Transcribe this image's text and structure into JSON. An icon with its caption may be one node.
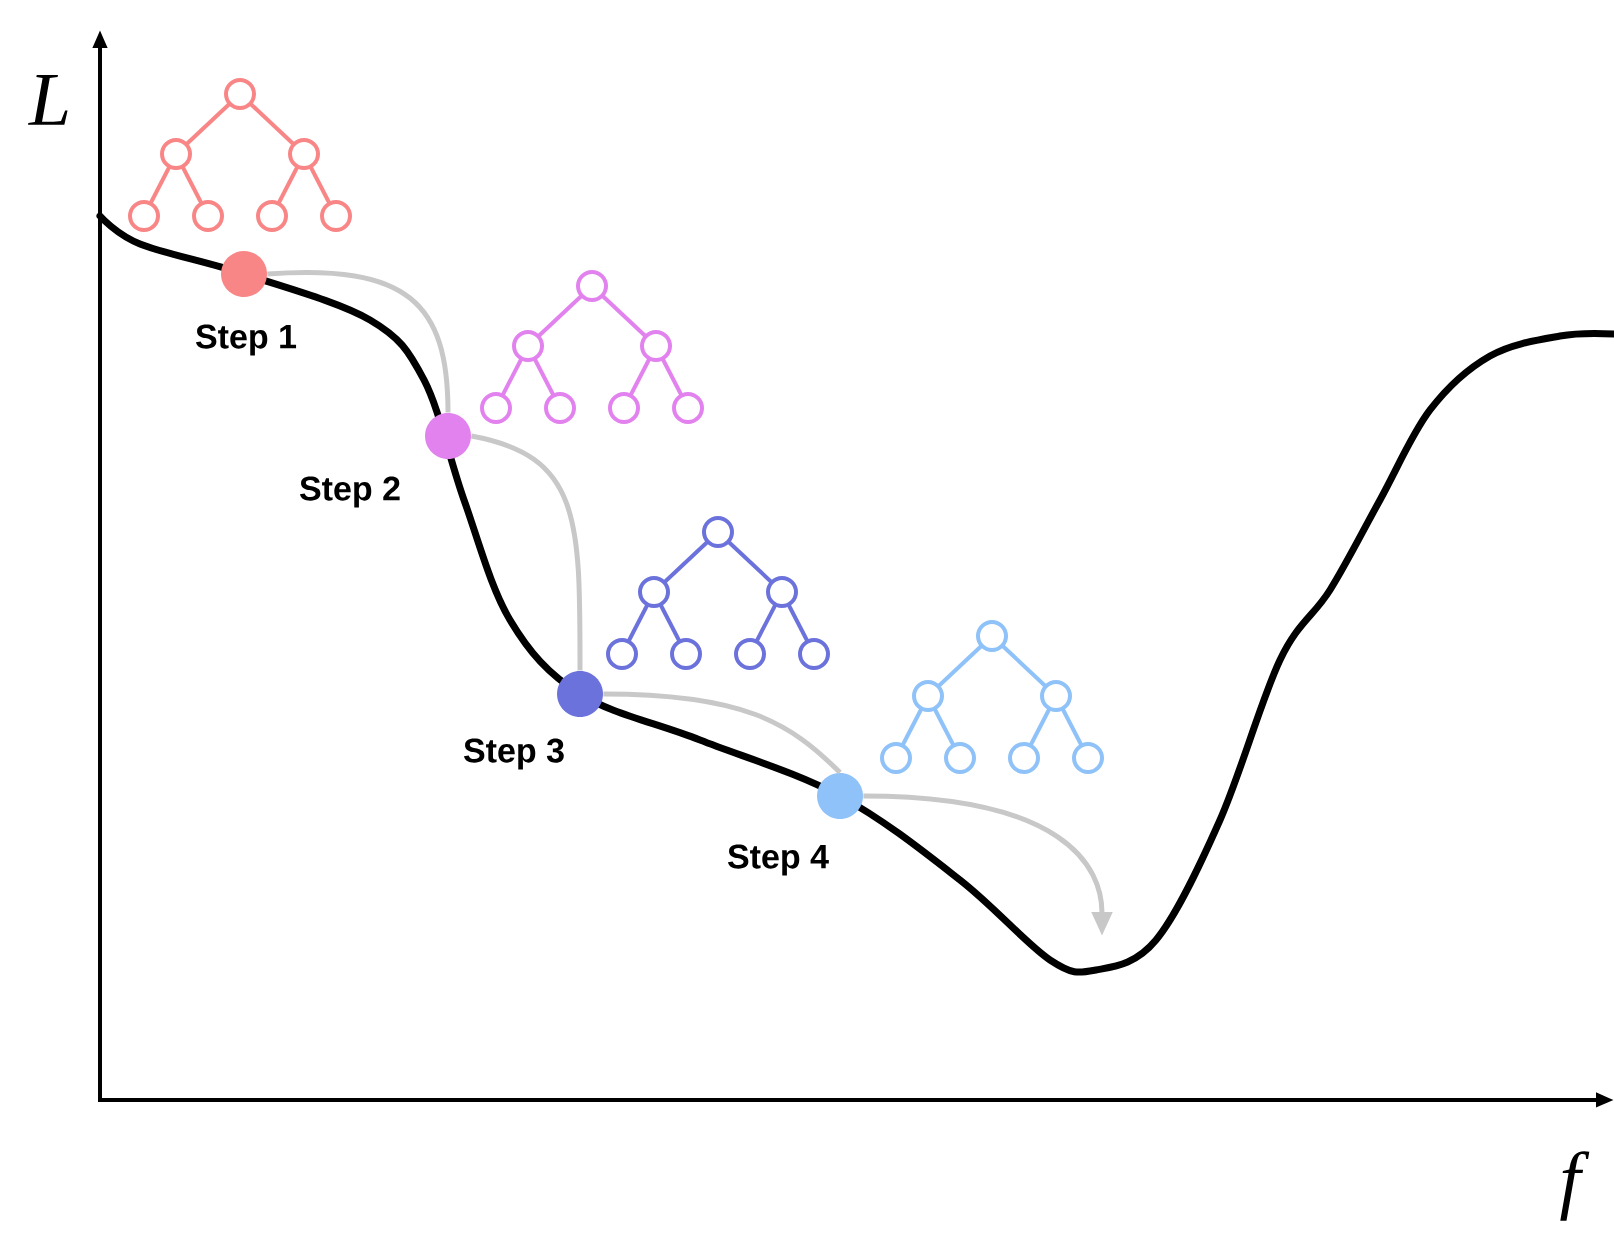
{
  "diagram": {
    "nodes": [
      {
        "text": [],
        "shape": "circle",
        "beside": [
          "Step 1"
        ]
      },
      {
        "text": [],
        "shape": "circle",
        "beside": [
          "Step 2"
        ]
      },
      {
        "text": [],
        "shape": "circle",
        "beside": [
          "Step 3"
        ]
      },
      {
        "text": [],
        "shape": "circle",
        "beside": [
          "Step 4"
        ]
      }
    ],
    "edges": [
      {
        "from": 0,
        "to": 1,
        "arrow": "none"
      },
      {
        "from": 1,
        "to": 2,
        "arrow": "none"
      },
      {
        "from": 2,
        "to": 3,
        "arrow": "none"
      },
      {
        "from": 3,
        "to": null,
        "arrow": "to"
      }
    ],
    "labels": [
      "L",
      "f"
    ]
  }
}
